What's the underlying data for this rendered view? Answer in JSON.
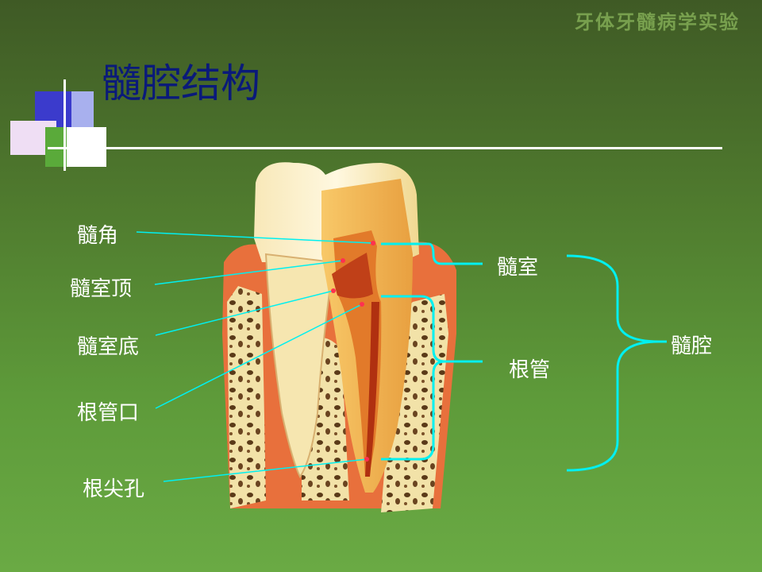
{
  "header": {
    "course": "牙体牙髓病学实验"
  },
  "slide": {
    "title": "髓腔结构"
  },
  "labels_left": [
    "髓角",
    "髓室顶",
    "髓室底",
    "根管口",
    "根尖孔"
  ],
  "labels_right": {
    "chamber": "髓室",
    "canal": "根管",
    "cavity": "髓腔"
  },
  "colors": {
    "background": "#5a8f36",
    "title": "#0a1a7a",
    "pointer": "#00f0f0",
    "dentin": "#f0c060",
    "pulp": "#e07020",
    "gum": "#e86a3a",
    "bone": "#f2e2a8"
  }
}
